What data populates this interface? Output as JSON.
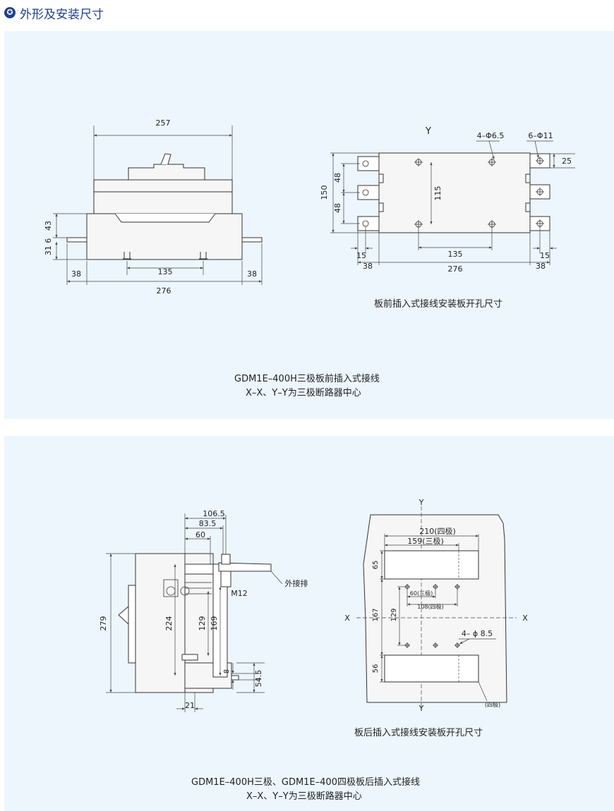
{
  "header": {
    "title": "外形及安装尺寸",
    "icon": "star-badge-icon",
    "accent": "#1f3f8f"
  },
  "panel_bg": "#edf6fd",
  "panel1": {
    "front_dims": {
      "w257": "257",
      "d43": "43",
      "d31_6": "31  6",
      "w135": "135",
      "w38l": "38",
      "w38r": "38",
      "w276": "276"
    },
    "cutout_dims": {
      "y_label": "Y",
      "hole_a": "4–Φ6.5",
      "hole_b": "6–Φ11",
      "d25": "25",
      "d150": "150",
      "d48a": "48",
      "d48b": "48",
      "d115": "115",
      "d135": "135",
      "d15l": "15",
      "d15r": "15",
      "d38l": "38",
      "d276": "276",
      "d38r": "38"
    },
    "cutout_title": "板前插入式接线安装板开孔尺寸",
    "caption_line1": "GDM1E–400H三极板前插入式接线",
    "caption_line2": "X–X、Y–Y为三极断路器中心"
  },
  "panel2": {
    "side_dims": {
      "d106_5": "106.5",
      "d83_5": "83.5",
      "d60": "60",
      "busbar": "外接排",
      "m12": "M12",
      "d279": "279",
      "d224": "224",
      "d129": "129",
      "d169": "169",
      "d8": "8",
      "d54_5": "54.5",
      "d21": "21"
    },
    "cutout_dims": {
      "y_top": "Y",
      "y_bot": "Y",
      "x_left": "X",
      "x_right": "X",
      "d210": "210(四极)",
      "d159": "159(三极)",
      "d65": "65",
      "d60s": "60(三极)",
      "d108": "108(四极)",
      "d167": "167",
      "d129": "129",
      "hole": "4– ϕ 8.5",
      "d56": "56",
      "four_pole": "(四极)"
    },
    "cutout_title": "板后插入式接线安装板开孔尺寸",
    "caption_line1": "GDM1E–400H三极、GDM1E–400四极板后插入式接线",
    "caption_line2": "X–X、Y–Y为三极断路器中心"
  }
}
